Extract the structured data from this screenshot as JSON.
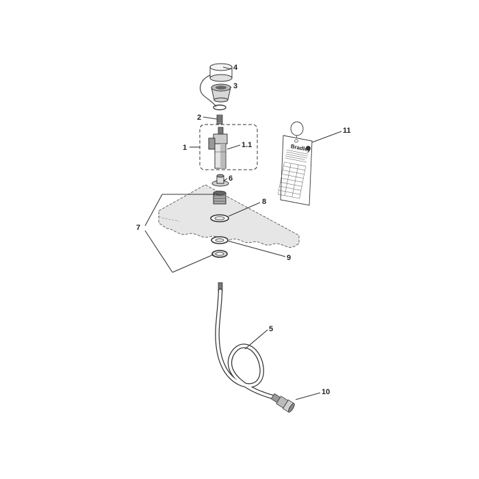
{
  "callouts": {
    "c1": "1",
    "c1_1": "1.1",
    "c2": "2",
    "c3": "3",
    "c4": "4",
    "c5": "5",
    "c6": "6",
    "c7": "7",
    "c8": "8",
    "c9": "9",
    "c10": "10",
    "c11": "11"
  },
  "tag": {
    "brand": "Bradley"
  }
}
